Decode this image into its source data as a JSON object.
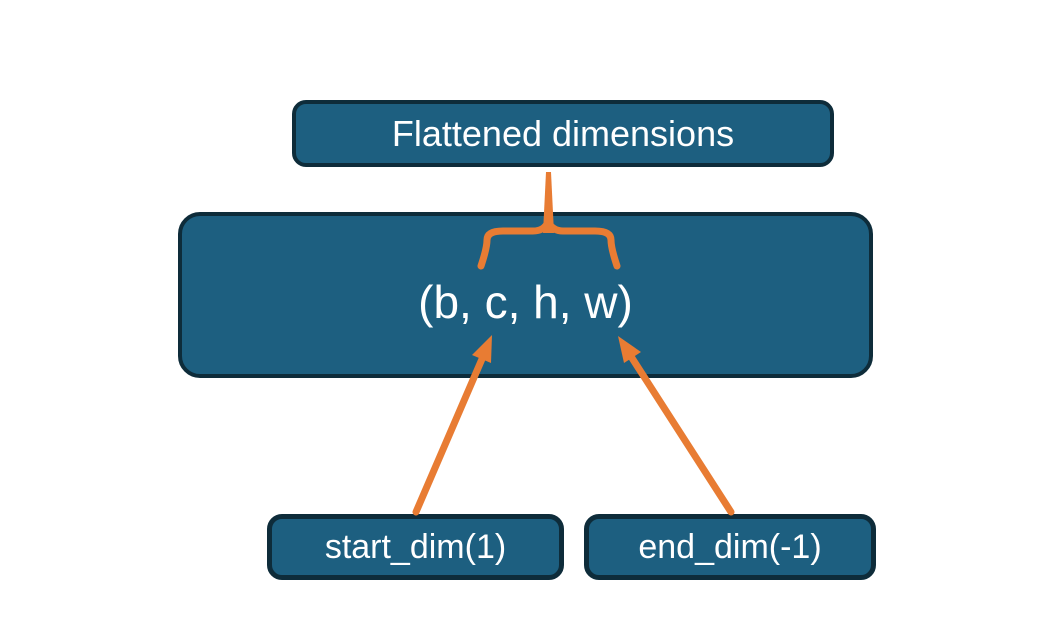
{
  "diagram": {
    "title_box": {
      "label": "Flattened dimensions"
    },
    "tensor_box": {
      "label": "(b, c, h, w)"
    },
    "start_dim_box": {
      "label": "start_dim(1)"
    },
    "end_dim_box": {
      "label": "end_dim(-1)"
    }
  },
  "colors": {
    "box_fill": "#1d5f80",
    "box_border": "#0e2c3a",
    "accent_orange": "#e87c33",
    "text": "#ffffff",
    "background": "#ffffff"
  }
}
